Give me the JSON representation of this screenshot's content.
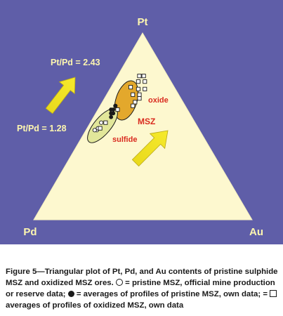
{
  "chart_data": {
    "type": "scatter",
    "subtype": "ternary",
    "vertex_labels": {
      "top": "Pt",
      "left": "Pd",
      "right": "Au"
    },
    "annotations": [
      {
        "text": "Pt/Pd = 2.43",
        "arrow": "up-right"
      },
      {
        "text": "Pt/Pd = 1.28"
      },
      {
        "text": "oxide"
      },
      {
        "text": "MSZ"
      },
      {
        "text": "sulfide"
      }
    ],
    "fields": [
      {
        "label": "oxide",
        "color": "#e3a82c"
      },
      {
        "label": "sulfide",
        "color": "#e2e79a"
      }
    ],
    "series": [
      {
        "symbol": "open-circle",
        "points": [
          {
            "pt": 0.48,
            "pd": 0.47,
            "au": 0.05
          },
          {
            "pt": 0.48,
            "pd": 0.48,
            "au": 0.04
          },
          {
            "pt": 0.49,
            "pd": 0.46,
            "au": 0.05
          },
          {
            "pt": 0.52,
            "pd": 0.43,
            "au": 0.05
          },
          {
            "pt": 0.61,
            "pd": 0.32,
            "au": 0.07
          },
          {
            "pt": 0.58,
            "pd": 0.35,
            "au": 0.07
          }
        ]
      },
      {
        "symbol": "filled-circle",
        "points": [
          {
            "pt": 0.61,
            "pd": 0.32,
            "au": 0.07
          },
          {
            "pt": 0.59,
            "pd": 0.35,
            "au": 0.06
          },
          {
            "pt": 0.57,
            "pd": 0.36,
            "au": 0.07
          },
          {
            "pt": 0.59,
            "pd": 0.34,
            "au": 0.07
          },
          {
            "pt": 0.57,
            "pd": 0.35,
            "au": 0.08
          },
          {
            "pt": 0.55,
            "pd": 0.37,
            "au": 0.08
          }
        ]
      },
      {
        "symbol": "open-square",
        "points": [
          {
            "pt": 0.77,
            "pd": 0.13,
            "au": 0.1
          },
          {
            "pt": 0.77,
            "pd": 0.11,
            "au": 0.12
          },
          {
            "pt": 0.74,
            "pd": 0.15,
            "au": 0.11
          },
          {
            "pt": 0.74,
            "pd": 0.12,
            "au": 0.14
          },
          {
            "pt": 0.7,
            "pd": 0.14,
            "au": 0.16
          },
          {
            "pt": 0.7,
            "pd": 0.17,
            "au": 0.13
          },
          {
            "pt": 0.71,
            "pd": 0.2,
            "au": 0.09
          },
          {
            "pt": 0.67,
            "pd": 0.18,
            "au": 0.15
          },
          {
            "pt": 0.67,
            "pd": 0.21,
            "au": 0.12
          },
          {
            "pt": 0.65,
            "pd": 0.19,
            "au": 0.16
          },
          {
            "pt": 0.63,
            "pd": 0.22,
            "au": 0.15
          },
          {
            "pt": 0.61,
            "pd": 0.24,
            "au": 0.15
          },
          {
            "pt": 0.49,
            "pd": 0.45,
            "au": 0.06
          },
          {
            "pt": 0.59,
            "pd": 0.32,
            "au": 0.09
          },
          {
            "pt": 0.52,
            "pd": 0.41,
            "au": 0.07
          }
        ]
      }
    ],
    "colors": {
      "background": "#5f5ea8",
      "triangle": "#fdf8cf",
      "label": "#fdf6b0",
      "annotation_red": "#d92b1f",
      "arrow": "#f6ea2d",
      "ink": "#1a1a1a"
    }
  },
  "caption": {
    "part1": "Figure 5—Triangular plot of Pt, Pd, and Au contents of pristine sulphide MSZ and oxidized MSZ ores.",
    "part2": "= pristine MSZ, official mine production or reserve data;",
    "part3": "= averages of profiles of pristine MSZ, own data;  =",
    "part4": "averages of profiles of oxidized MSZ, own data"
  }
}
